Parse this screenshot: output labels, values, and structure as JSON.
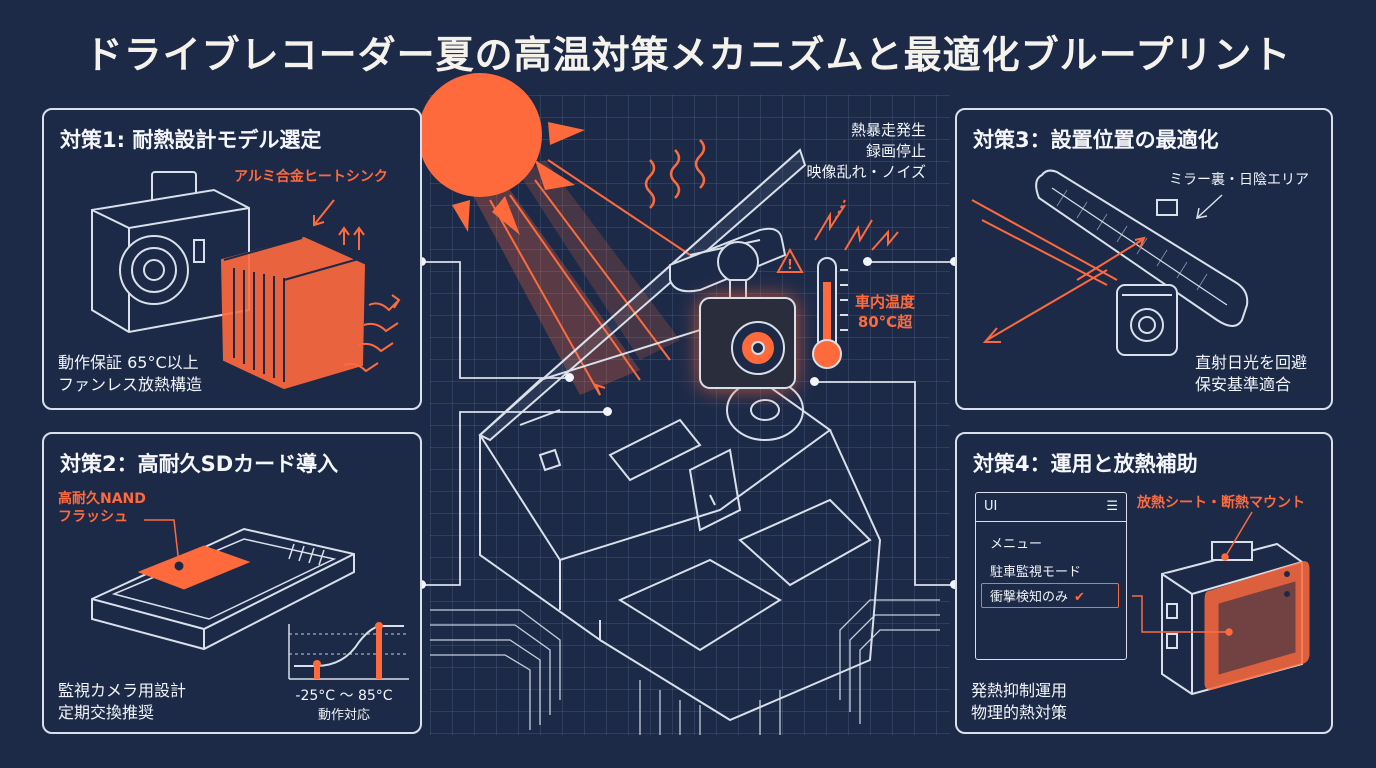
{
  "title": "ドライブレコーダー夏の高温対策メカニズムと最適化ブループリント",
  "colors": {
    "background": "#1c2a48",
    "accent": "#ff6a3d",
    "line": "#d9e0ea"
  },
  "panels": {
    "p1": {
      "title": "対策1: 耐熱設計モデル選定",
      "label": "アルミ合金ヒートシンク",
      "caption": [
        "動作保証 65°C以上",
        "ファンレス放熱構造"
      ]
    },
    "p2": {
      "title": "対策2：高耐久SDカード導入",
      "label": [
        "高耐久NAND",
        "フラッシュ"
      ],
      "range": "-25°C ～ 85°C",
      "range_sub": "動作対応",
      "caption": [
        "監視カメラ用設計",
        "定期交換推奨"
      ]
    },
    "p3": {
      "title": "対策3：設置位置の最適化",
      "label": "ミラー裏・日陰エリア",
      "caption": [
        "直射日光を回避",
        "保安基準適合"
      ]
    },
    "p4": {
      "title": "対策4：運用と放熱補助",
      "label": "放熱シート・断熱マウント",
      "ui": {
        "header": "UI",
        "burger": "☰",
        "items": [
          "メニュー",
          "駐車監視モード",
          "衝撃検知のみ"
        ],
        "check": "✔"
      },
      "caption": [
        "発熱抑制運用",
        "物理的熱対策"
      ]
    }
  },
  "center": {
    "problems": [
      "熱暴走発生",
      "録画停止",
      "映像乱れ・ノイズ"
    ],
    "temp": [
      "車内温度",
      "80°C超"
    ],
    "warning_icon": "warning-icon"
  }
}
